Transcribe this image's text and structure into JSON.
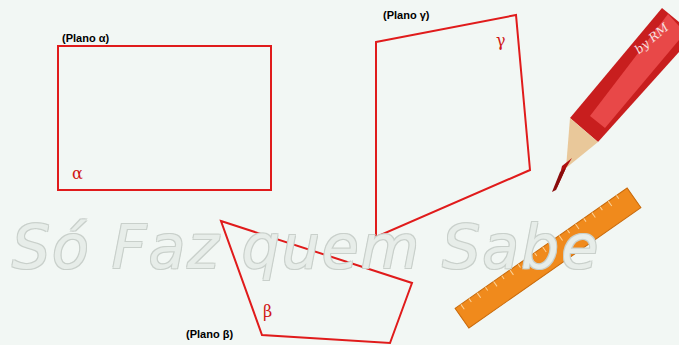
{
  "diagram": {
    "nodes": [
      {
        "text": [
          "(Plano α)",
          "α"
        ]
      },
      {
        "text": [
          "(Plano γ)",
          "γ"
        ]
      },
      {
        "text": [
          "(Plano β)",
          "β"
        ]
      }
    ],
    "labels": [
      "Só Faz quem Sabe",
      "by RM"
    ]
  }
}
